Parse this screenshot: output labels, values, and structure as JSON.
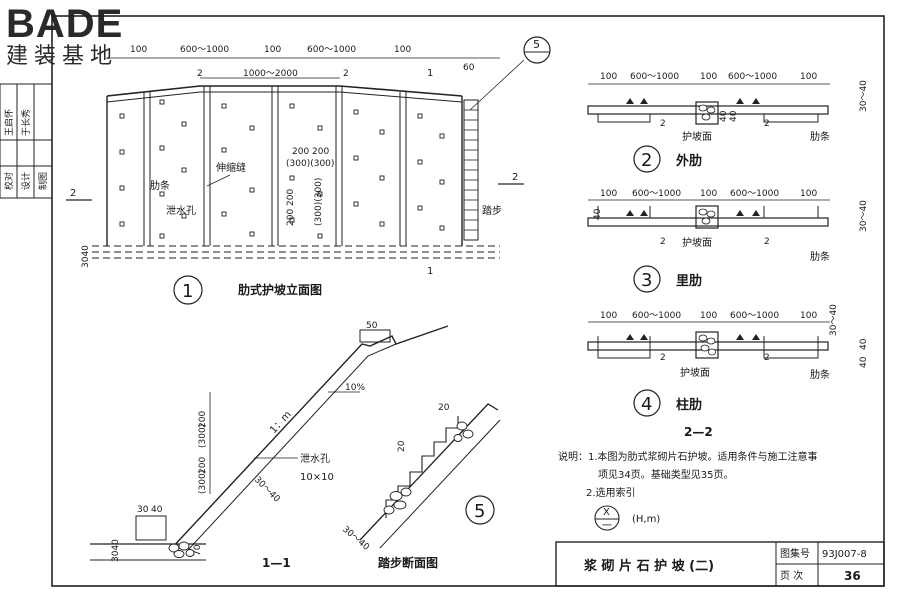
{
  "logo": {
    "brand": "BADE",
    "subtitle": "建装基地"
  },
  "signature_block": {
    "roles": [
      "校对",
      "设计",
      "制图"
    ],
    "signatures": [
      "王启怀",
      "于长秀"
    ]
  },
  "elevation": {
    "dims_top": [
      "100",
      "600～1000",
      "100",
      "600～1000",
      "100",
      "60"
    ],
    "dim_mid": "1000～2000",
    "marks_two": [
      "2",
      "2",
      "2",
      "2"
    ],
    "sec_marks": [
      "1",
      "1"
    ],
    "label_rib": "肋条",
    "label_joint": "伸缩缝",
    "label_drain": "泄水孔",
    "label_step": "踏步",
    "grid_h": "200  200",
    "grid_h2": "(300)(300)",
    "grid_v": "200 200",
    "grid_v2": "(300)(300)",
    "side_dim": "3040",
    "index_num": "5",
    "number": "1",
    "title": "肋式护坡立面图"
  },
  "section11": {
    "top": "50",
    "slope": "10%",
    "ratio": "1：m",
    "dims_left": [
      "200",
      "(300)",
      "200",
      "(300)"
    ],
    "drain_label": "泄水孔",
    "drain_size": "10×10",
    "thick": "30～40",
    "base": [
      "30",
      "40"
    ],
    "foot": [
      "3040",
      "70"
    ],
    "title": "1—1"
  },
  "steps": {
    "dim_step": "20",
    "dim_base": "30～40",
    "number": "5",
    "title": "踏步断面图"
  },
  "sections": {
    "rows": [
      {
        "number": "2",
        "name": "外肋",
        "dims": [
          "100",
          "600～1000",
          "100",
          "600～1000",
          "100"
        ],
        "side": "30～40",
        "left": [
          "40",
          "40"
        ],
        "rib_label": "肋条",
        "face_label": "护坡面",
        "mark": "2"
      },
      {
        "number": "3",
        "name": "里肋",
        "dims": [
          "100",
          "600～1000",
          "100",
          "600～1000",
          "100"
        ],
        "side": "30～40",
        "left": [
          "40"
        ],
        "rib_label": "肋条",
        "face_label": "护坡面",
        "mark": "2"
      },
      {
        "number": "4",
        "name": "柱肋",
        "dims": [
          "100",
          "600～1000",
          "100",
          "600～1000",
          "100"
        ],
        "side": "30～40",
        "left": [
          "40",
          "40"
        ],
        "rib_label": "肋条",
        "face_label": "护坡面",
        "mark": "2"
      }
    ],
    "caption": "2—2"
  },
  "notes": {
    "line1": "说明：1.本图为肋式浆砌片石护坡。适用条件与施工注意事",
    "line2": "项见34页。基础类型见35页。",
    "line3": "2.选用索引",
    "index_top": "X",
    "index_bottom": "一",
    "index_param": "(H,m)"
  },
  "title_block": {
    "title": "浆 砌 片 石 护 坡 (二)",
    "atlas_label": "图集号",
    "atlas_value": "93J007-8",
    "page_label": "页  次",
    "page_value": "36"
  }
}
